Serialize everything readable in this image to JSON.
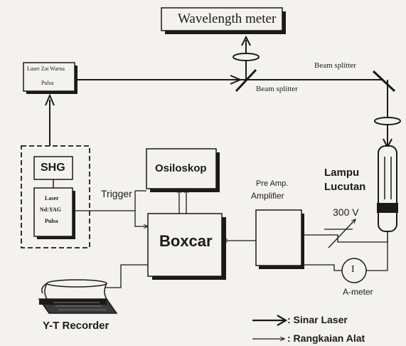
{
  "labels": {
    "wavelength_meter": "Wavelength meter",
    "laser_zat_warna": "Laser Zat Warna",
    "laser_zat_warna_sub": "Pulsa",
    "beam_splitter_right": "Beam splitter",
    "beam_splitter_center": "Beam splitter",
    "shg": "SHG",
    "laser_ndyag_1": "Laser",
    "laser_ndyag_2": "Nd:YAG",
    "laser_ndyag_3": "Pulsa",
    "osiloskop": "Osiloskop",
    "trigger": "Trigger",
    "boxcar": "Boxcar",
    "pre_amp": "Pre Amp.",
    "amplifier": "Amplifier",
    "lampu": "Lampu",
    "lucutan": "Lucutan",
    "voltage": "300 V",
    "ameter_symbol": "I",
    "ameter": "A-meter",
    "yt_recorder": "Y-T Recorder"
  },
  "legend": {
    "sinar_laser": ": Sinar Laser",
    "rangkaian_alat": ": Rangkaian Alat"
  },
  "colors": {
    "ink": "#1a1a1a",
    "paper": "#f4f2ee",
    "ghost_text": "#9a9a9a"
  }
}
